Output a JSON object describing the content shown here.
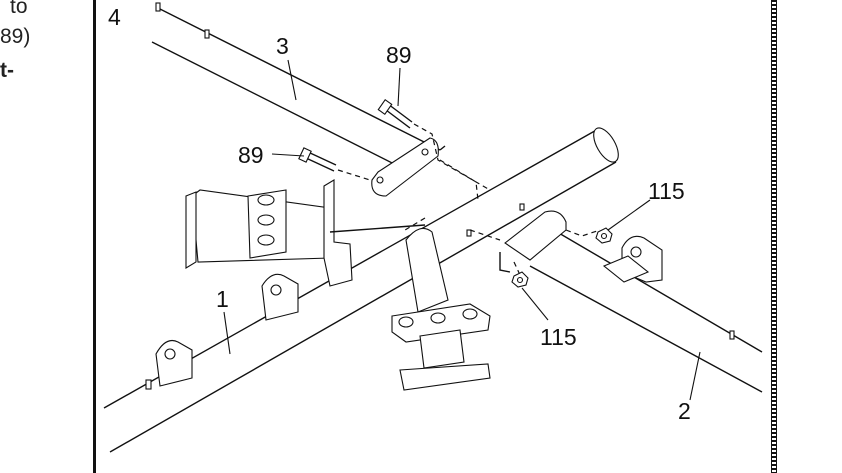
{
  "left_margin_text": {
    "line1": "to",
    "line2": "89)",
    "line3": "t-"
  },
  "step_number": "4",
  "callouts": {
    "part_1": "1",
    "part_2": "2",
    "part_3": "3",
    "bolt_top": "89",
    "bolt_left": "89",
    "nut_upper": "115",
    "nut_lower": "115"
  }
}
